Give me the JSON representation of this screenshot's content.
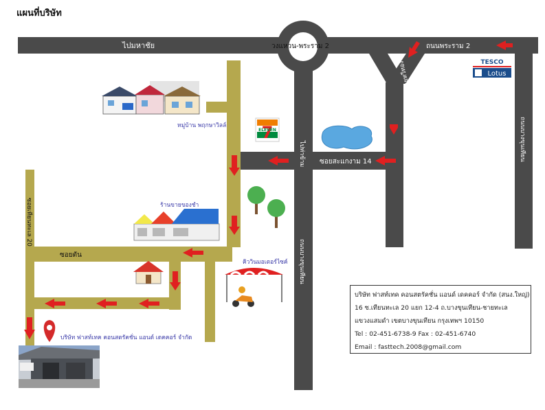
{
  "page_title": "แผนที่บริษัท",
  "roads": {
    "top_road_left": "ไปมหาชัย",
    "roundabout": "วงแหวน-พระราม 2",
    "top_road_right": "ถนนพระราม 2",
    "diagonal_soi": "ซอยทวีทอง",
    "main_vertical_upper": "ไปท่าข้าม",
    "main_vertical_lower": "ถนนบางขุนเทียน",
    "soi_14": "ซอยสะแกงาม 14",
    "right_vertical": "ถนนบางขุนเทียน",
    "left_vertical": "ซอยเทียนทะเล 20",
    "soi_dead_end": "ซอยตัน"
  },
  "landmarks": {
    "village": "หมู่บ้าน พฤกษาวิลล์",
    "grocery": "ร้านขายของชำ",
    "motorbike_queue": "คิววินมอเตอร์ไซค์",
    "company_pin": "บริษัท ฟาสท์เทค คอนสตรัคชั่น แอนด์ เดคคอร์ จำกัด",
    "seven_eleven_text": "ELEVEN",
    "seven_eleven_number": "7",
    "tesco_top": "TESCO",
    "tesco_bottom": "Lotus"
  },
  "company_info": {
    "name": "บริษัท ฟาสท์เทค คอนสตรัคชั่น แอนด์ เดคคอร์ จำกัด (สนง.ใหญ่)",
    "address_line1": "16  ซ.เทียนทะเล 20 แยก 12-4 ถ.บางขุนเทียน-ชายทะเล",
    "address_line2": "แขวงแสมดำ  เขตบางขุนเทียน  กรุงเทพฯ 10150",
    "phone": "Tel : 02-451-6738-9  Fax : 02-451-6740",
    "email": "Email : fasttech.2008@gmail.com"
  },
  "colors": {
    "main_road": "#4a4a4a",
    "soi_road": "#b5a84e",
    "arrow": "#e02020",
    "label_blue": "#3a3aa8",
    "seven_green": "#008a3e",
    "seven_orange": "#f07d00",
    "tesco_blue": "#1a4d8c",
    "pond": "#5aa8e0",
    "tree": "#4caf50"
  }
}
